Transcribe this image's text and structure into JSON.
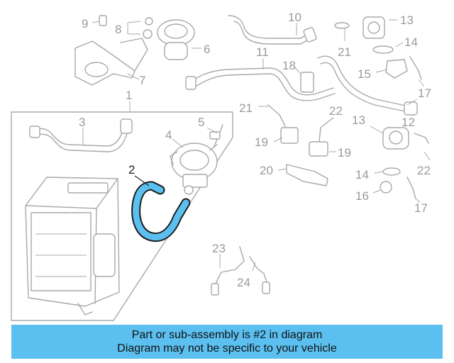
{
  "callouts": {
    "c1": "1",
    "c2": "2",
    "c3": "3",
    "c4": "4",
    "c5": "5",
    "c6": "6",
    "c7": "7",
    "c8": "8",
    "c9": "9",
    "c10": "10",
    "c11": "11",
    "c12": "12",
    "c13a": "13",
    "c13b": "13",
    "c14a": "14",
    "c14b": "14",
    "c15": "15",
    "c16": "16",
    "c17a": "17",
    "c17b": "17",
    "c18": "18",
    "c19a": "19",
    "c19b": "19",
    "c20": "20",
    "c21a": "21",
    "c21b": "21",
    "c22a": "22",
    "c22b": "22",
    "c23": "23",
    "c24": "24"
  },
  "highlight": {
    "part": "2",
    "color": "#5bc0f0"
  },
  "banner": {
    "line1": "Part or sub-assembly is #2 in diagram",
    "line2": "Diagram may not be specific to your vehicle",
    "color": "#5bc0f0"
  }
}
